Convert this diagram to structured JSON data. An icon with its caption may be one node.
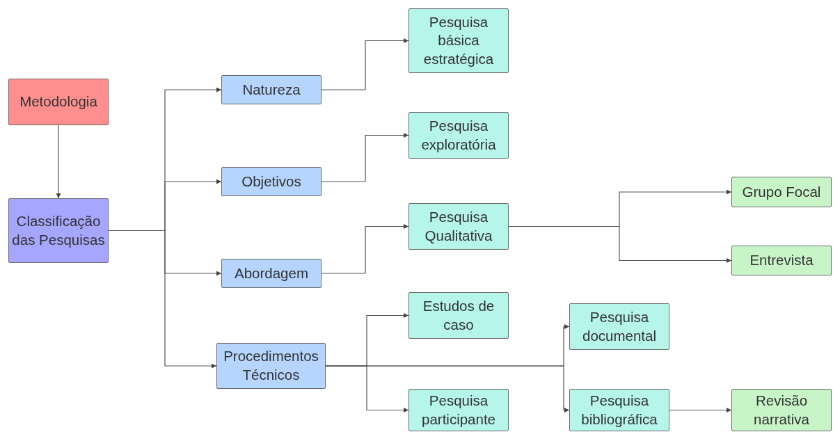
{
  "diagram": {
    "nodes": [
      {
        "text": [
          "Metodologia"
        ]
      },
      {
        "text": [
          "Classificação das Pesquisas"
        ]
      },
      {
        "text": [
          "Natureza"
        ]
      },
      {
        "text": [
          "Objetivos"
        ]
      },
      {
        "text": [
          "Abordagem"
        ]
      },
      {
        "text": [
          "Procedimentos Técnicos"
        ]
      },
      {
        "text": [
          "Pesquisa básica estratégica"
        ]
      },
      {
        "text": [
          "Pesquisa exploratória"
        ]
      },
      {
        "text": [
          "Pesquisa Qualitativa"
        ]
      },
      {
        "text": [
          "Estudos de caso"
        ]
      },
      {
        "text": [
          "Pesquisa participante"
        ]
      },
      {
        "text": [
          "Grupo Focal"
        ]
      },
      {
        "text": [
          "Entrevista"
        ]
      },
      {
        "text": [
          "Pesquisa documental"
        ]
      },
      {
        "text": [
          "Pesquisa bibliográfica"
        ]
      },
      {
        "text": [
          "Revisão narrativa"
        ]
      }
    ],
    "edges": [
      {
        "from": 0,
        "to": 1,
        "arrow": "to"
      },
      {
        "from": 1,
        "to": 2,
        "arrow": "to"
      },
      {
        "from": 1,
        "to": 3,
        "arrow": "to"
      },
      {
        "from": 1,
        "to": 4,
        "arrow": "to"
      },
      {
        "from": 1,
        "to": 5,
        "arrow": "to"
      },
      {
        "from": 2,
        "to": 6,
        "arrow": "to"
      },
      {
        "from": 3,
        "to": 7,
        "arrow": "to"
      },
      {
        "from": 4,
        "to": 8,
        "arrow": "to"
      },
      {
        "from": 8,
        "to": 11,
        "arrow": "to"
      },
      {
        "from": 8,
        "to": 12,
        "arrow": "to"
      },
      {
        "from": 5,
        "to": 9,
        "arrow": "to"
      },
      {
        "from": 5,
        "to": 10,
        "arrow": "to"
      },
      {
        "from": 5,
        "to": 13,
        "arrow": "to"
      },
      {
        "from": 5,
        "to": 14,
        "arrow": "to"
      },
      {
        "from": 14,
        "to": 15,
        "arrow": "to"
      }
    ]
  }
}
